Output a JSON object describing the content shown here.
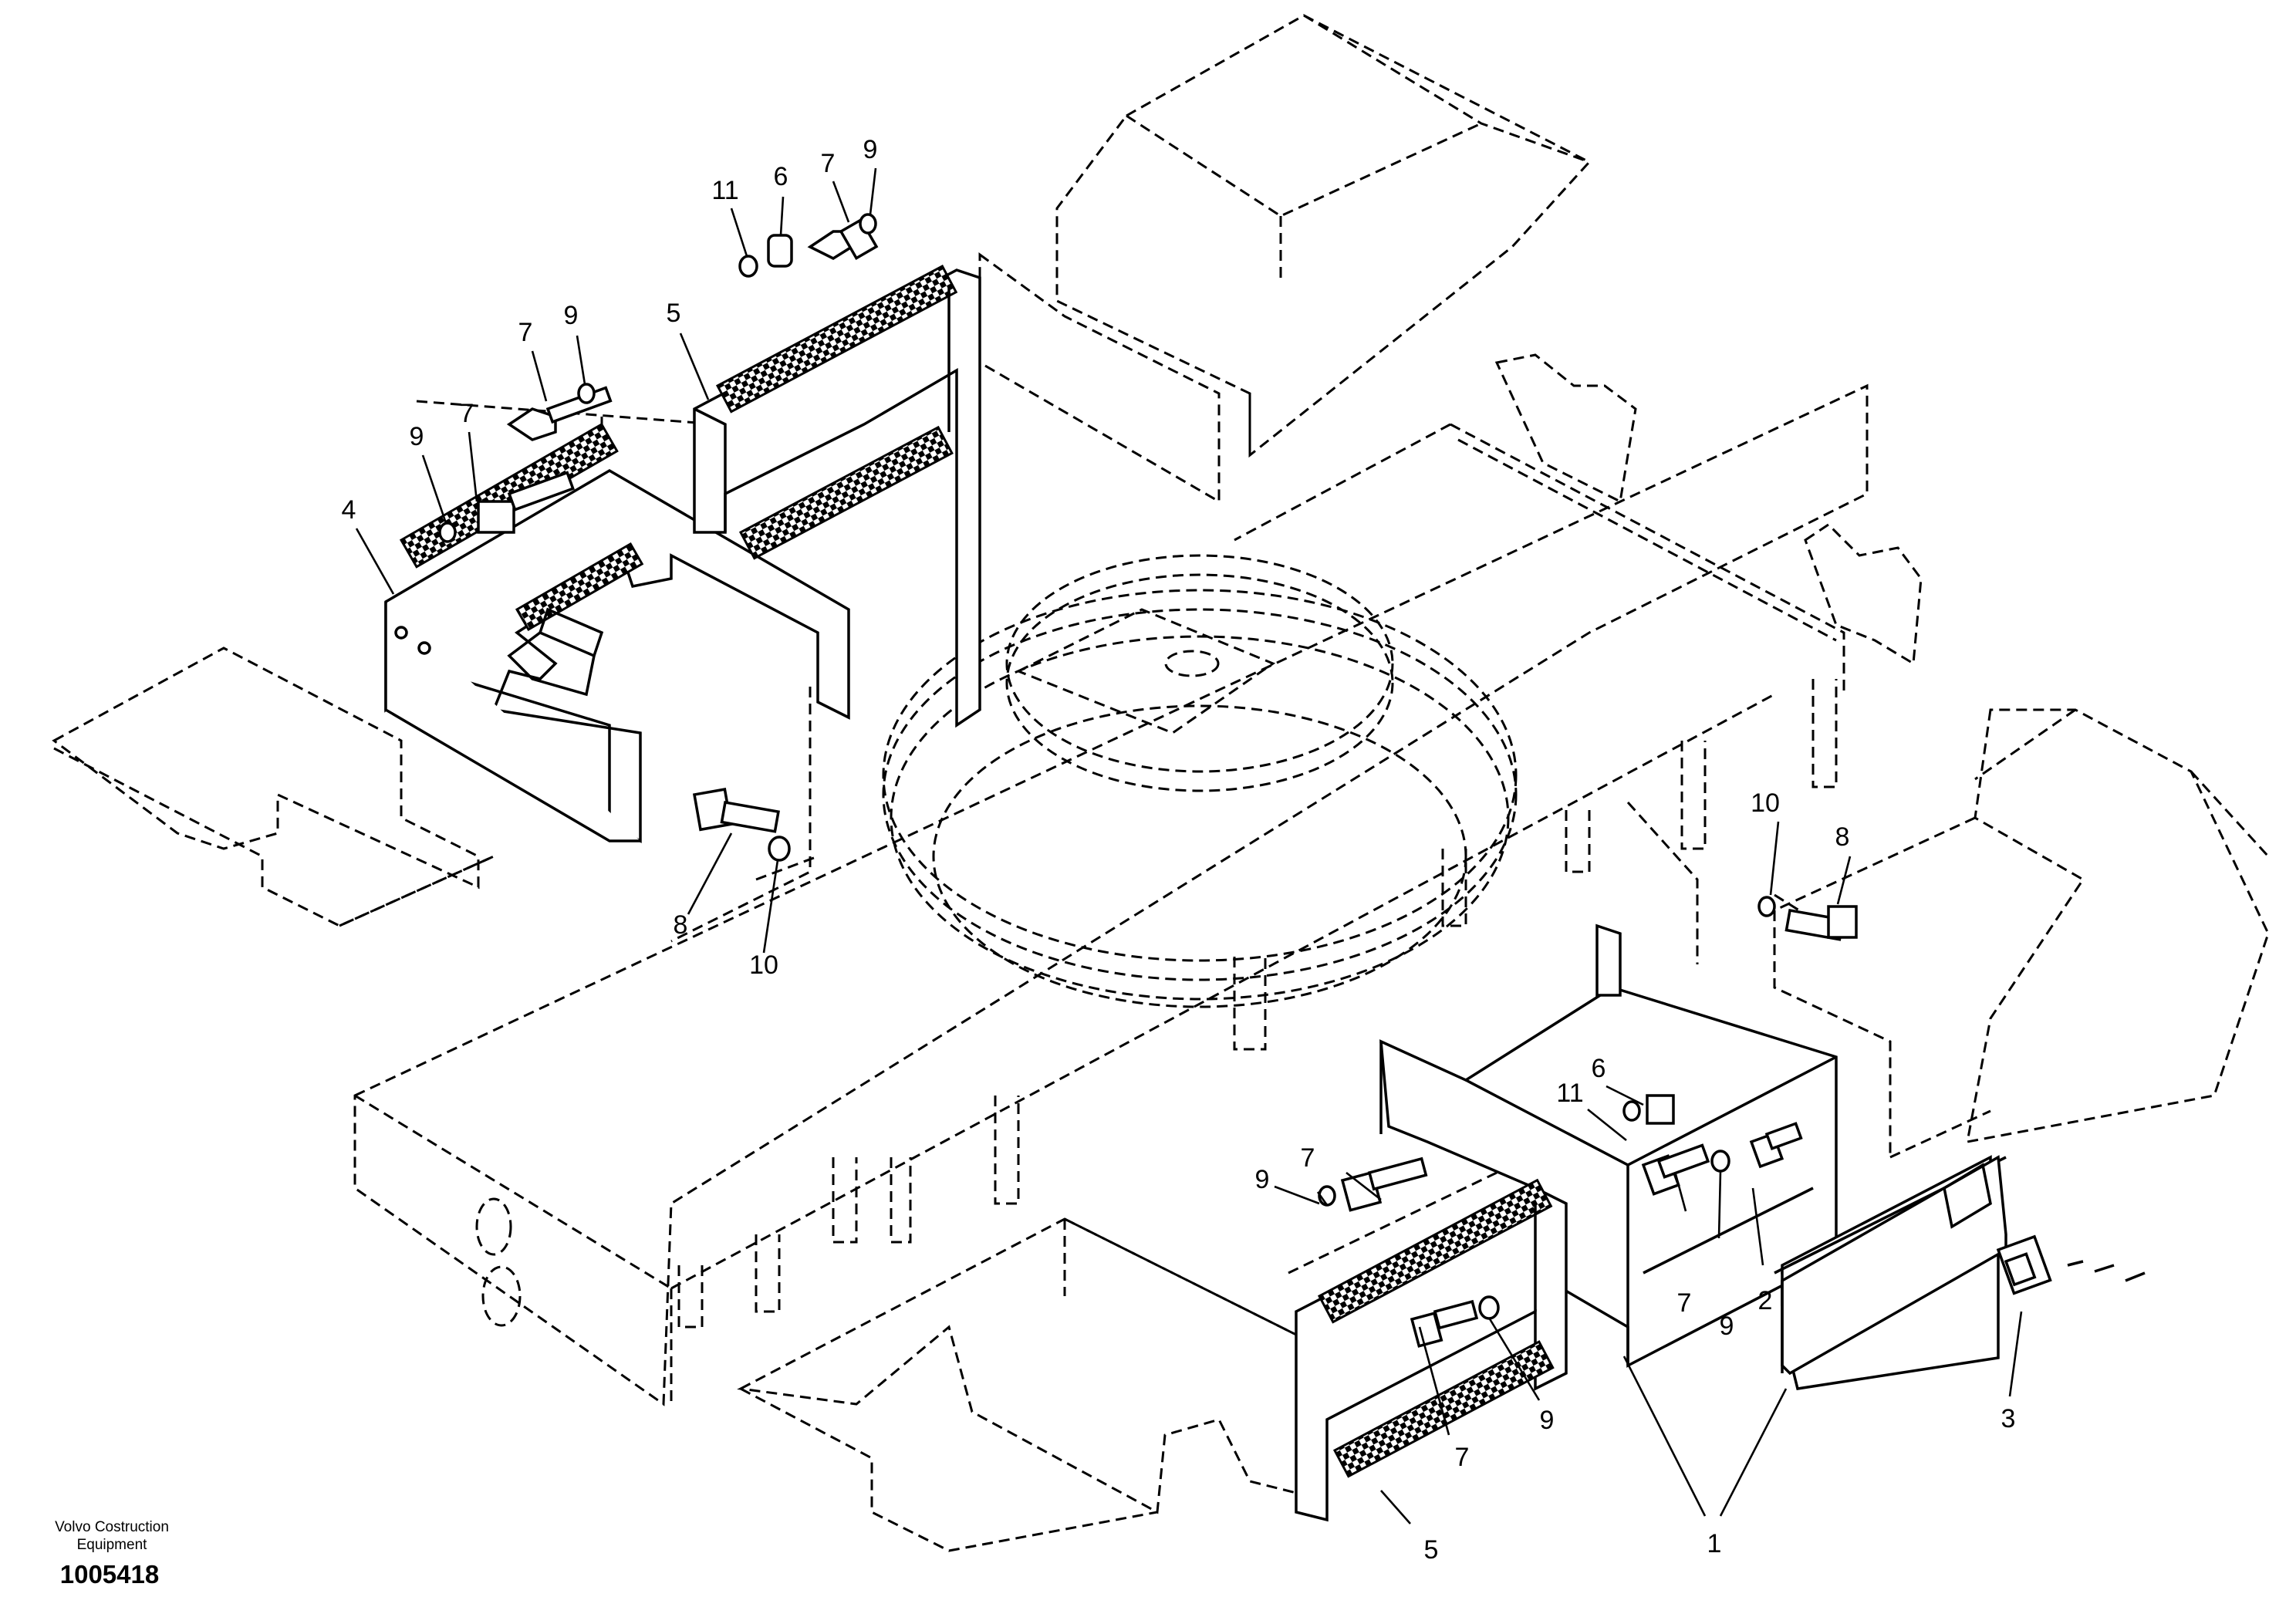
{
  "diagram": {
    "credit_line1": "Volvo Costruction",
    "credit_line2": "Equipment",
    "figure_id": "1005418",
    "colors": {
      "ink": "#000000",
      "paper": "#ffffff"
    },
    "callouts": [
      {
        "id": "c11a",
        "text": "11"
      },
      {
        "id": "c6a",
        "text": "6"
      },
      {
        "id": "c7a",
        "text": "7"
      },
      {
        "id": "c9a",
        "text": "9"
      },
      {
        "id": "c5a",
        "text": "5"
      },
      {
        "id": "c7b",
        "text": "7"
      },
      {
        "id": "c9b",
        "text": "9"
      },
      {
        "id": "c7c",
        "text": "7"
      },
      {
        "id": "c9c",
        "text": "9"
      },
      {
        "id": "c4",
        "text": "4"
      },
      {
        "id": "c8a",
        "text": "8"
      },
      {
        "id": "c10a",
        "text": "10"
      },
      {
        "id": "c10b",
        "text": "10"
      },
      {
        "id": "c8b",
        "text": "8"
      },
      {
        "id": "c6b",
        "text": "6"
      },
      {
        "id": "c11b",
        "text": "11"
      },
      {
        "id": "c7d",
        "text": "7"
      },
      {
        "id": "c9d",
        "text": "9"
      },
      {
        "id": "c7e",
        "text": "7"
      },
      {
        "id": "c9e",
        "text": "9"
      },
      {
        "id": "c2",
        "text": "2"
      },
      {
        "id": "c3",
        "text": "3"
      },
      {
        "id": "c7f",
        "text": "7"
      },
      {
        "id": "c9f",
        "text": "9"
      },
      {
        "id": "c5b",
        "text": "5"
      },
      {
        "id": "c1",
        "text": "1"
      }
    ]
  }
}
